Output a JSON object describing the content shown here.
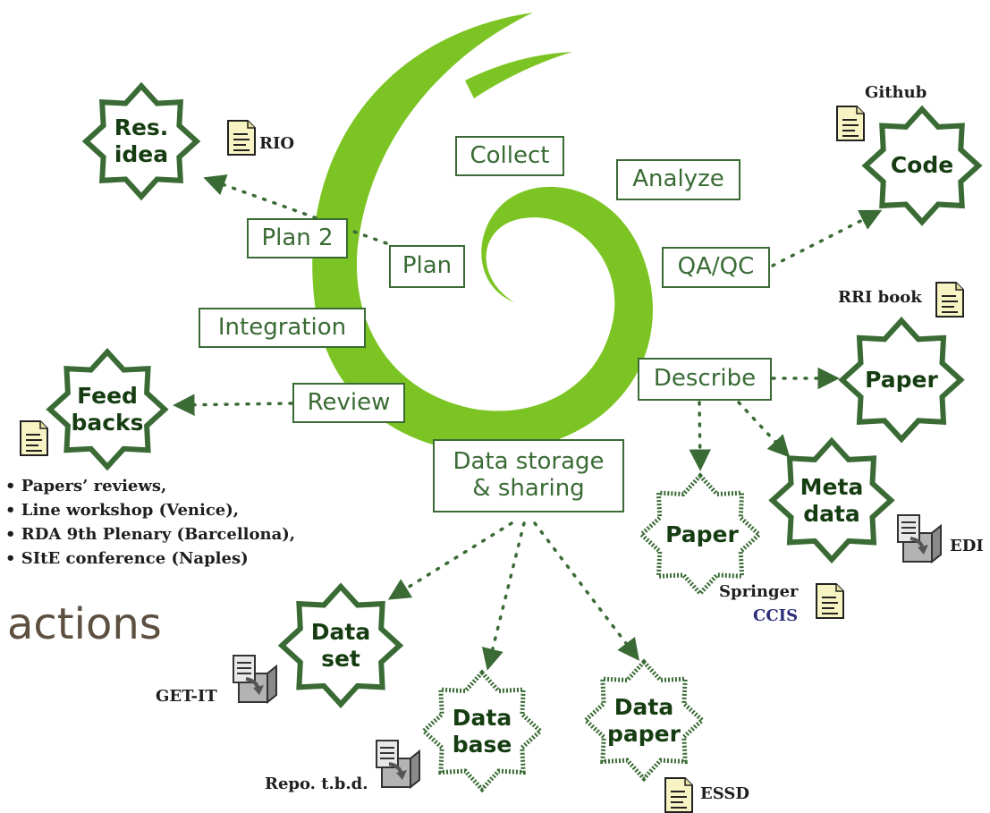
{
  "cycle_steps": {
    "collect": "Collect",
    "analyze": "Analyze",
    "plan2": "Plan 2",
    "plan": "Plan",
    "qaqc": "QA/QC",
    "integration": "Integration",
    "describe": "Describe",
    "review": "Review",
    "storage": "Data storage\n& sharing"
  },
  "outputs": {
    "res_idea": "Res.\nidea",
    "code": "Code",
    "feedbacks": "Feed\nbacks",
    "paper_rri": "Paper",
    "paper_springer": "Paper",
    "metadata": "Meta\ndata",
    "dataset": "Data\nset",
    "database": "Data\nbase",
    "datapaper": "Data\npaper"
  },
  "references": {
    "rio": "RIO",
    "github": "Github",
    "rri_book": "RRI book",
    "springer": "Springer",
    "ccis": "CCIS",
    "edi": "EDI",
    "getit": "GET-IT",
    "repo": "Repo. t.b.d.",
    "essd": "ESSD"
  },
  "feedback_items": [
    "Papers’ reviews,",
    "Line workshop (Venice),",
    "RDA 9th Plenary (Barcellona),",
    "SItE conference (Naples)"
  ],
  "actions_label": "actions",
  "colors": {
    "swirl": "#7cc423",
    "box_border": "#3a6b35",
    "star_outline": "#3a6b35",
    "arrow": "#3a6b35"
  }
}
